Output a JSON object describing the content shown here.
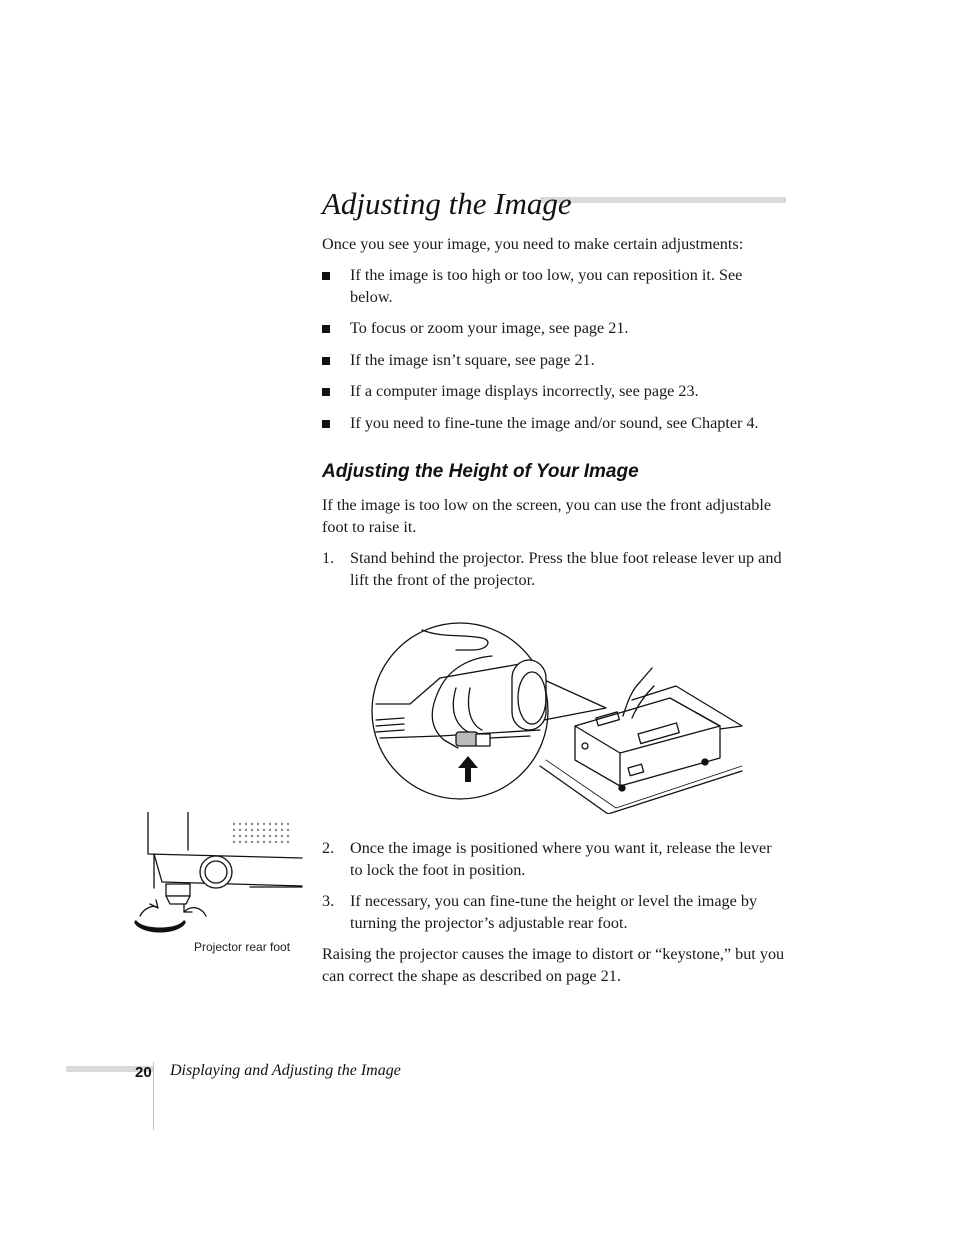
{
  "title": "Adjusting the Image",
  "intro": "Once you see your image, you need to make certain adjustments:",
  "bullets": [
    "If the image is too high or too low, you can reposition it. See below.",
    "To focus or zoom your image, see page 21.",
    "If the image isn’t square, see page 21.",
    "If a computer image displays incorrectly, see page 23.",
    "If you need to fine-tune the image and/or sound, see Chapter 4."
  ],
  "section": {
    "heading": "Adjusting the Height of Your Image",
    "para": "If the image is too low on the screen, you can use the front adjustable foot to raise it."
  },
  "steps": [
    {
      "num": "1.",
      "text": "Stand behind the projector. Press the blue foot release lever up and lift the front of the projector."
    },
    {
      "num": "2.",
      "text": "Once the image is positioned where you want it, release the lever to lock the foot in position."
    },
    {
      "num": "3.",
      "text": "If necessary, you can fine-tune the height or level the image by turning the projector’s adjustable rear foot."
    }
  ],
  "closing": "Raising the projector causes the image to distort or “keystone,” but you can correct the shape as described on page 21.",
  "figure_caption": "Projector rear foot",
  "footer": {
    "page_number": "20",
    "running_title": "Displaying and Adjusting the Image"
  }
}
